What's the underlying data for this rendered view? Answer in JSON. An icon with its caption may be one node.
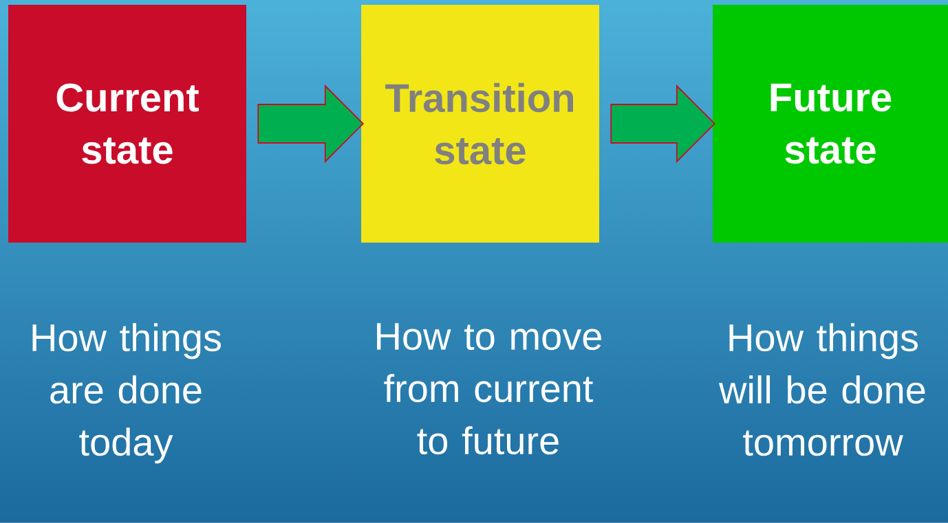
{
  "diagram": {
    "nodes": [
      {
        "text": [
          "Current state"
        ],
        "beside": [
          "How things are done today"
        ]
      },
      {
        "text": [
          "Transition state"
        ],
        "beside": [
          "How to move from current to future"
        ]
      },
      {
        "text": [
          "Future state"
        ],
        "beside": [
          "How things will be done tomorrow"
        ]
      }
    ],
    "edges": [
      {
        "from": 0,
        "to": 1,
        "arrow": "to"
      },
      {
        "from": 1,
        "to": 2,
        "arrow": "to"
      }
    ]
  }
}
